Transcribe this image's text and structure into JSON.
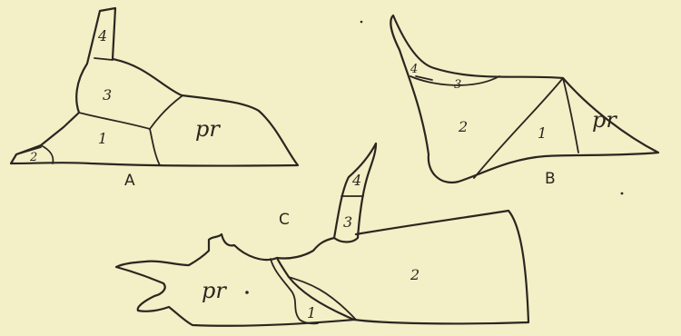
{
  "figures": {
    "A": {
      "caption": "A",
      "labels": {
        "pr": "pr",
        "s1": "1",
        "s2": "2",
        "s3": "3",
        "s4": "4"
      }
    },
    "B": {
      "caption": "B",
      "labels": {
        "pr": "pr",
        "s1": "1",
        "s2": "2",
        "s3": "3",
        "s4": "4"
      }
    },
    "C": {
      "caption": "C",
      "labels": {
        "pr": "pr",
        "s1": "1",
        "s2": "2",
        "s3": "3",
        "s4": "4"
      }
    }
  }
}
